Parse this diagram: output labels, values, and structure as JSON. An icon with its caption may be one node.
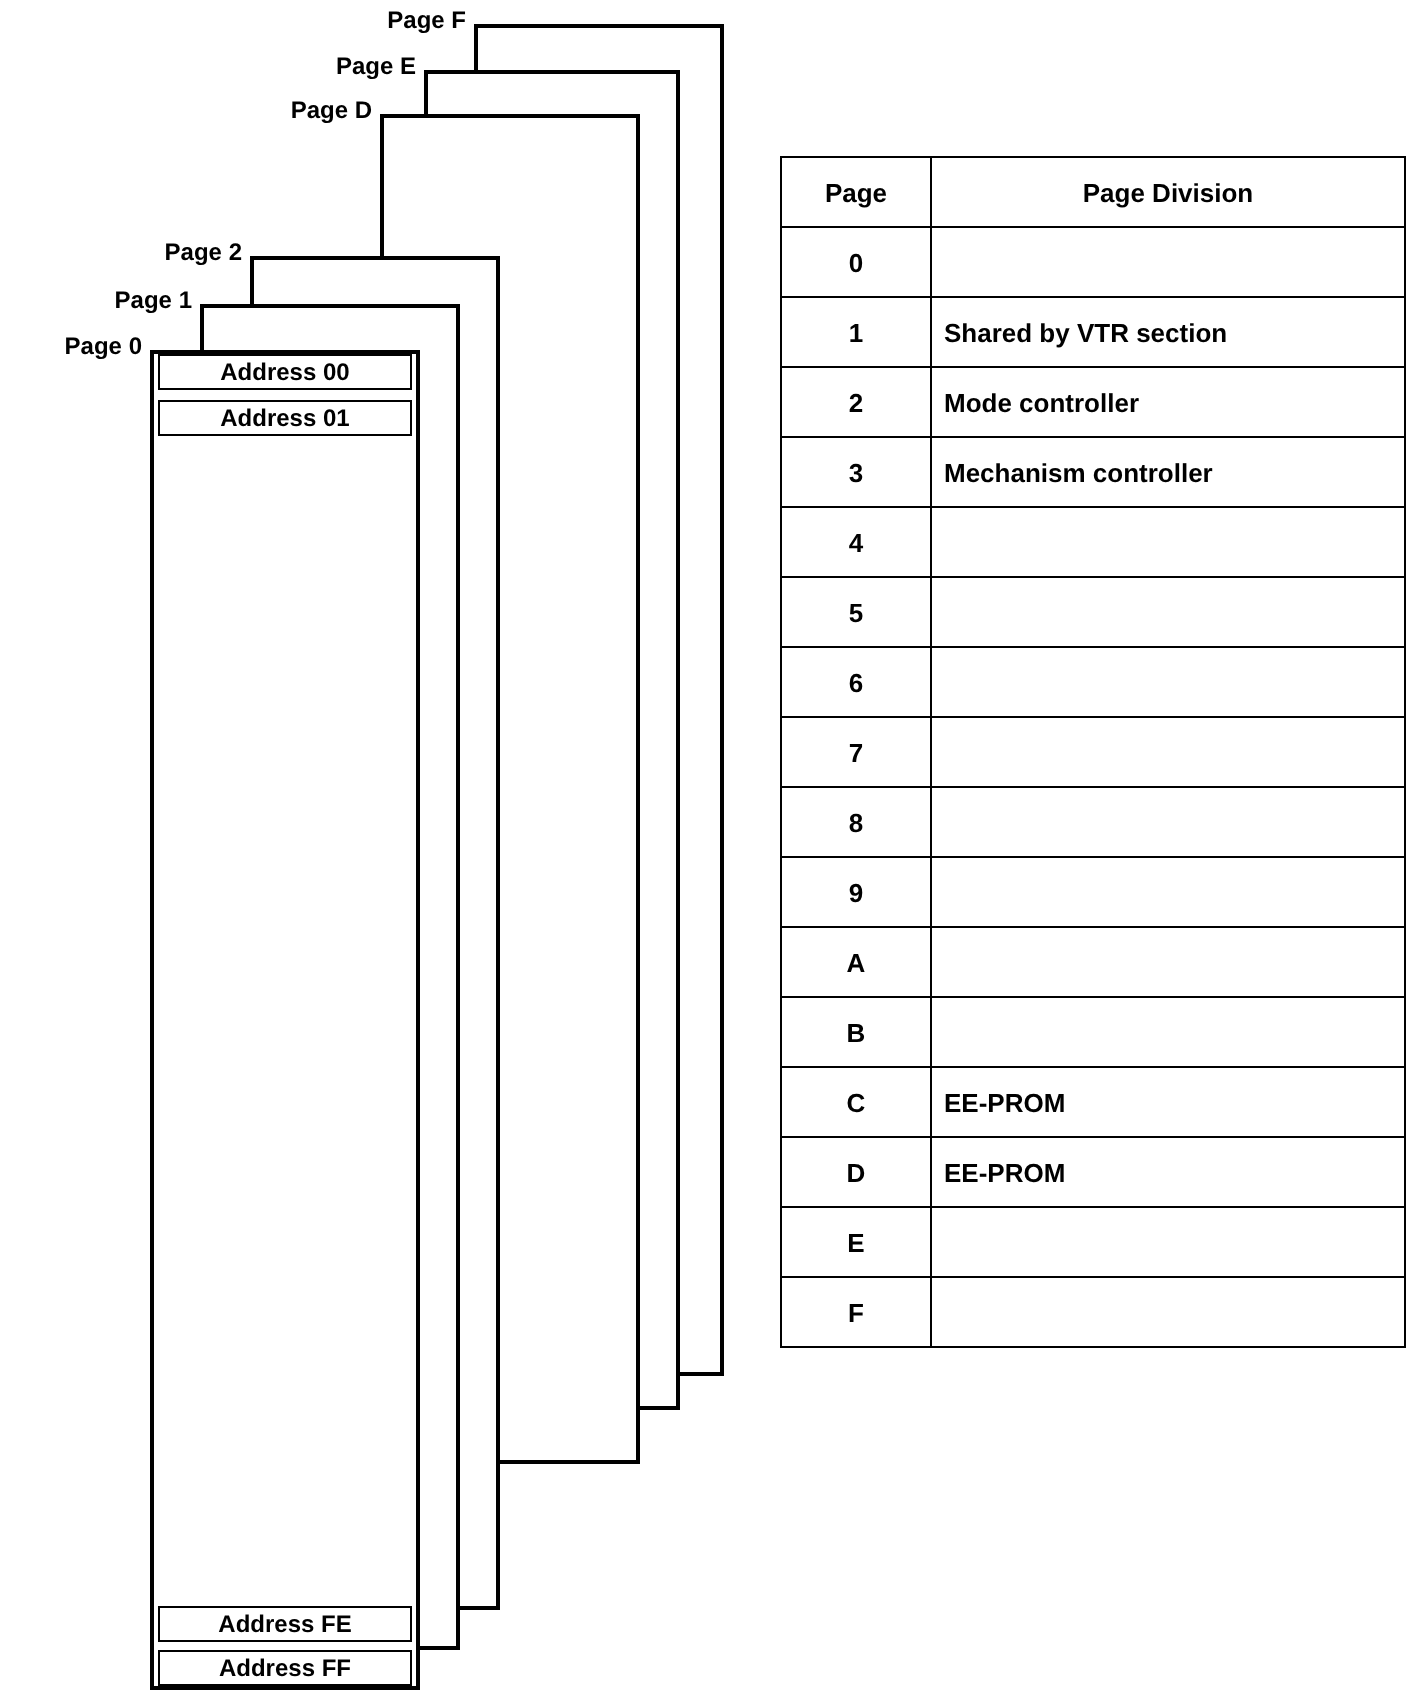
{
  "diagram": {
    "nodes": [
      {
        "text": [
          "Page F"
        ]
      },
      {
        "text": [
          "Page E"
        ]
      },
      {
        "text": [
          "Page D"
        ]
      },
      {
        "text": [
          "Page 2"
        ]
      },
      {
        "text": [
          "Page 1"
        ]
      },
      {
        "text": [
          "Page 0"
        ]
      },
      {
        "text": [
          "Address 00"
        ],
        "in": 5
      },
      {
        "text": [
          "Address 01"
        ],
        "in": 5
      },
      {
        "text": [
          "Address FE"
        ],
        "in": 5
      },
      {
        "text": [
          "Address FF"
        ],
        "in": 5
      }
    ],
    "labels": [
      "Page",
      "Page Division",
      "0",
      "1",
      "Shared by VTR section",
      "2",
      "Mode controller",
      "3",
      "Mechanism controller",
      "4",
      "5",
      "6",
      "7",
      "8",
      "9",
      "A",
      "B",
      "C",
      "EE-PROM",
      "D",
      "EE-PROM",
      "E",
      "F"
    ]
  }
}
